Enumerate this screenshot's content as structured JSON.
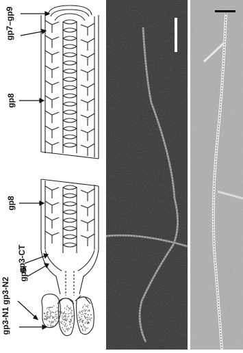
{
  "diagram": {
    "labels": {
      "gp7_gp9": "gp7–gp9",
      "gp8_top": "gp8",
      "gp8_bottom": "gp8",
      "gp3_ct": "gp3-CT",
      "gp6": "gp6",
      "gp3_n1_n2": "gp3-N1 gp3-N2"
    }
  },
  "micrographs": {
    "left": {
      "background": "#262626",
      "scale_bar_color": "#ffffff"
    },
    "right": {
      "background": "#b5b5b5",
      "scale_bar_color": "#000000"
    }
  }
}
